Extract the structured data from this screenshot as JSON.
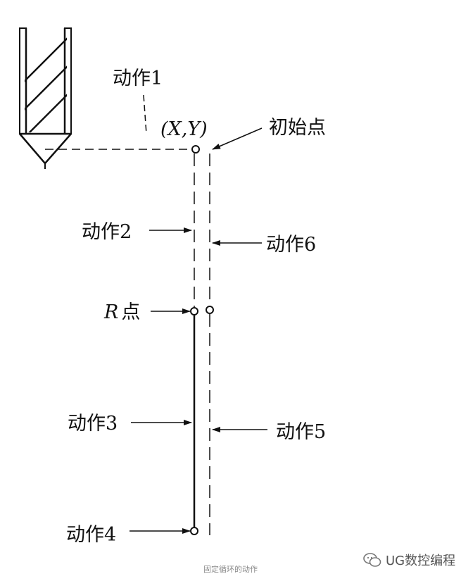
{
  "diagram": {
    "labels": {
      "action1": "动作1",
      "xy": "(X,Y)",
      "initial_point": "初始点",
      "action2": "动作2",
      "action6": "动作6",
      "r_point_letter": "R",
      "r_point_text": "点",
      "action3": "动作3",
      "action5": "动作5",
      "action4": "动作4"
    },
    "caption": "固定循环的动作",
    "watermark": "UG数控编程"
  },
  "colors": {
    "line": "#111111",
    "caption": "#888888",
    "watermark": "#555555"
  },
  "icons": {
    "watermark": "wechat-icon"
  }
}
